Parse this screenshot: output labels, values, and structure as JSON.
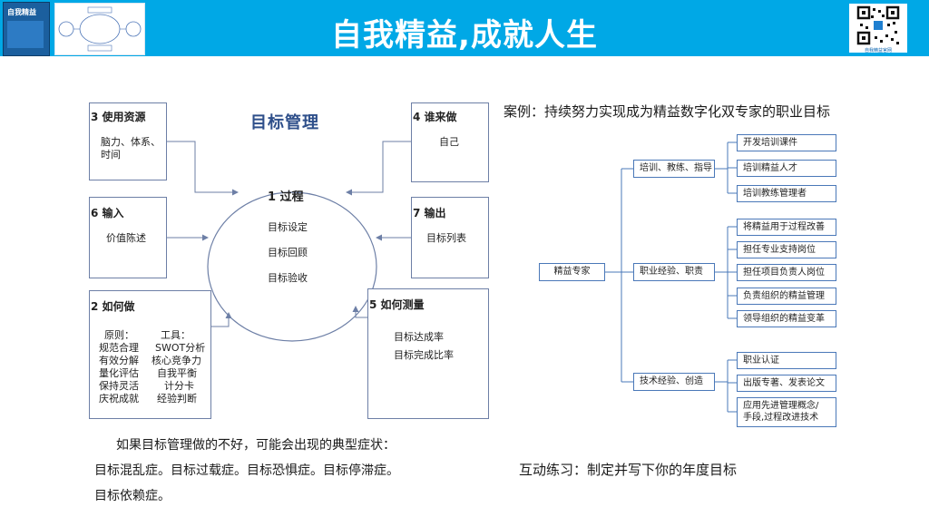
{
  "header": {
    "title": "自我精益,成就人生",
    "book_title": "自我精益",
    "qr_caption": "自我精益官网"
  },
  "diagram": {
    "title": "目标管理",
    "center": {
      "title": "1 过程",
      "items": [
        "目标设定",
        "目标回顾",
        "目标验收"
      ]
    },
    "resources": {
      "title": "3 使用资源",
      "lines": [
        "脑力、体系、",
        "时间"
      ]
    },
    "who": {
      "title": "4 谁来做",
      "text": "自己"
    },
    "input": {
      "title": "6 输入",
      "text": "价值陈述"
    },
    "output": {
      "title": "7 输出",
      "text": "目标列表"
    },
    "how": {
      "title": "2 如何做",
      "col1_head": "原则：",
      "col2_head": "工具：",
      "col1": [
        "规范合理",
        "有效分解",
        "量化评估",
        "保持灵活",
        "庆祝成就"
      ],
      "col2": [
        "SWOT分析",
        "核心竞争力",
        "自我平衡",
        "计分卡",
        "经验判断"
      ]
    },
    "measure": {
      "title": "5 如何测量",
      "items": [
        "目标达成率",
        "目标完成比率"
      ]
    }
  },
  "symptoms": {
    "lead": "如果目标管理做的不好，可能会出现的典型症状：",
    "line1": "目标混乱症。目标过载症。目标恐惧症。目标停滞症。",
    "line2": "目标依赖症。"
  },
  "case": {
    "title": "案例：持续努力实现成为精益数字化双专家的职业目标",
    "root": "精益专家",
    "branches": [
      {
        "label": "培训、教练、指导",
        "children": [
          "开发培训课件",
          "培训精益人才",
          "培训教练管理者"
        ]
      },
      {
        "label": "职业经验、职责",
        "children": [
          "将精益用于过程改善",
          "担任专业支持岗位",
          "担任项目负责人岗位",
          "负责组织的精益管理",
          "领导组织的精益变革"
        ]
      },
      {
        "label": "技术经验、创造",
        "children": [
          "职业认证",
          "出版专著、发表论文",
          "应用先进管理概念/",
          "手段,过程改进技术"
        ]
      }
    ]
  },
  "practice": {
    "text": "互动练习：制定并写下你的年度目标"
  },
  "colors": {
    "header_bg": "#00a8e6",
    "box_border": "#6d7fa6",
    "node_border": "#4a78b8"
  }
}
